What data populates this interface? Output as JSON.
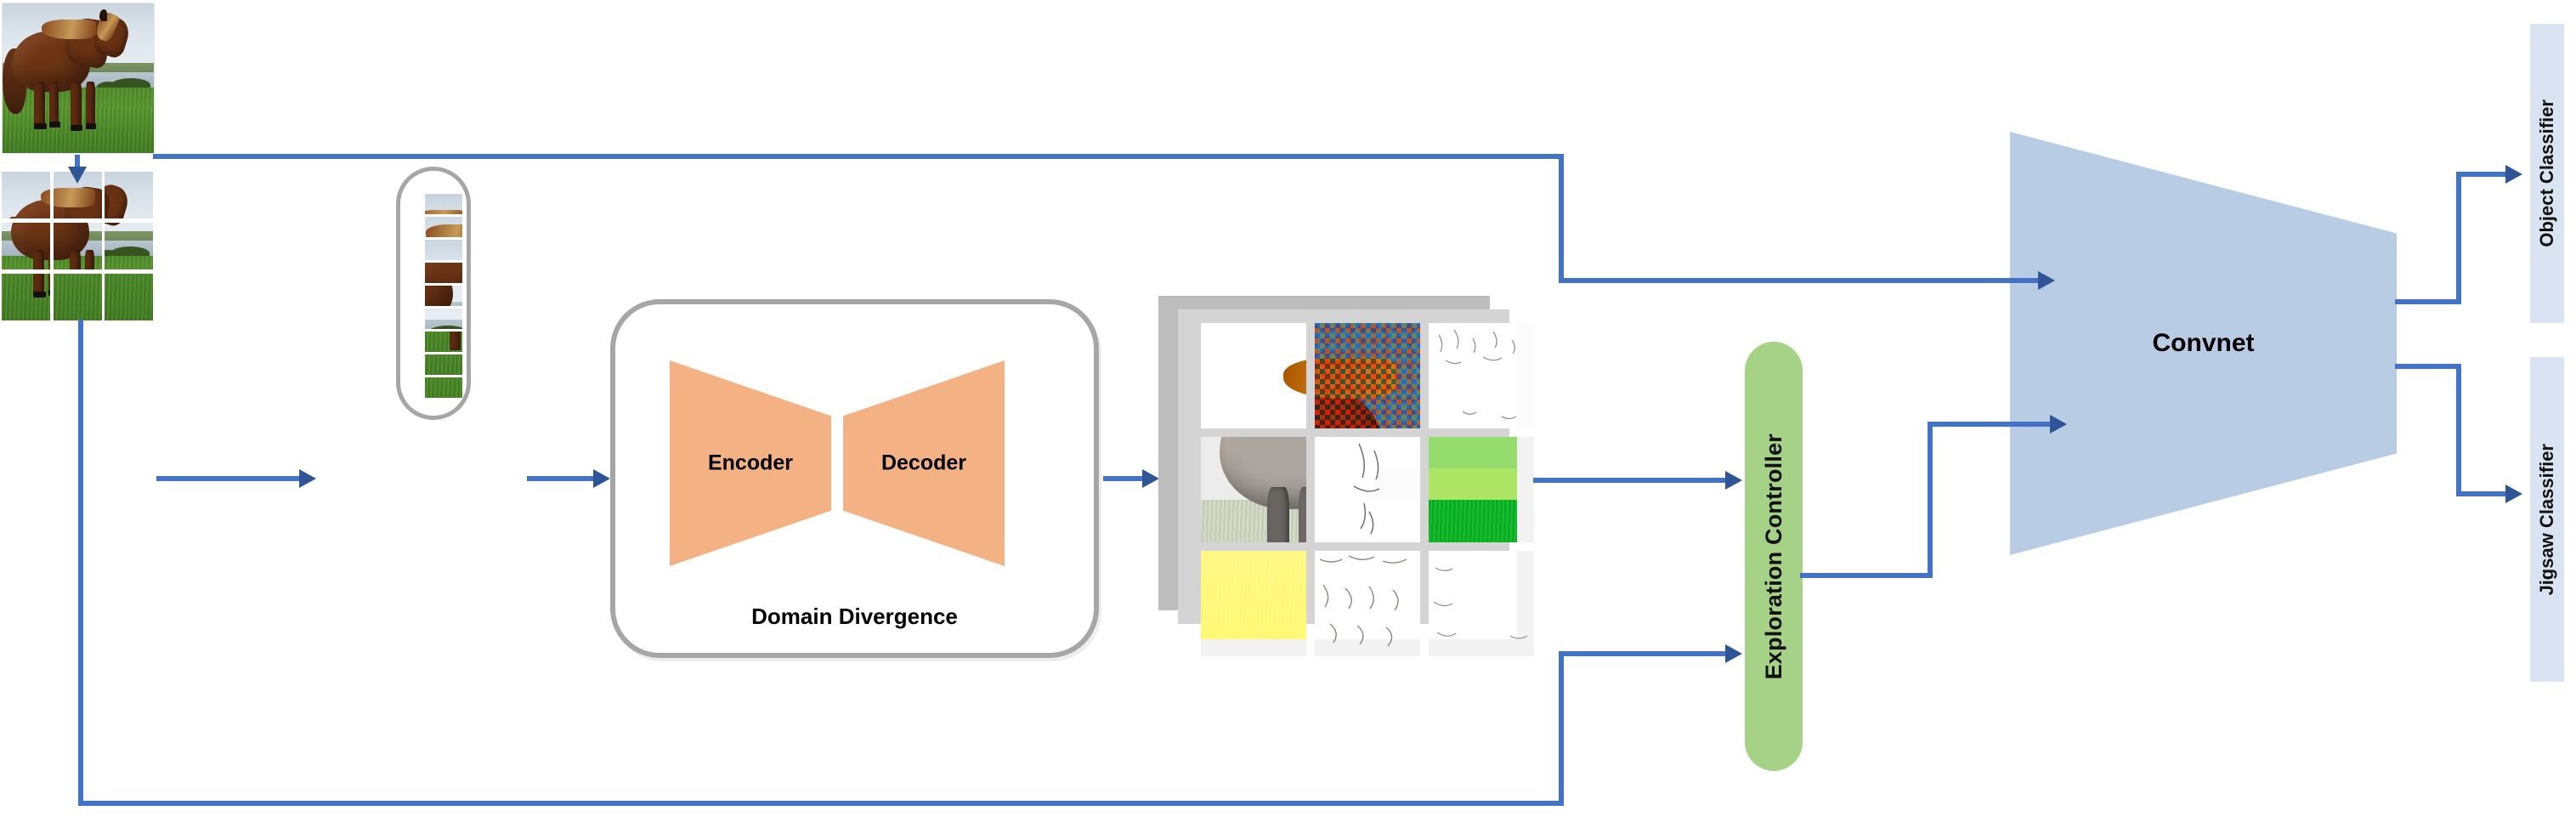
{
  "diagram": {
    "title": "Domain-divergence jigsaw self-supervision pipeline",
    "colors": {
      "arrow": "#4472c4",
      "arrow_head": "#2f5597",
      "encoder_decoder_fill": "#f4b183",
      "convnet_fill": "#b8cce4",
      "controller_fill": "#a6d287",
      "classifier_fill": "#dae3f2",
      "bracket_stroke": "#a6a6a6"
    }
  },
  "nodes": {
    "source_image": {
      "name": "source-image",
      "alt": "Photograph of a brown horse standing in a green field by water"
    },
    "jigsaw_grid": {
      "name": "jigsaw-patch-grid",
      "rows": 3,
      "cols": 3,
      "patch_count": 9
    },
    "patch_column": {
      "name": "patch-sequence",
      "patch_count": 9
    },
    "domain_divergence": {
      "title": "Domain Divergence",
      "encoder_label": "Encoder",
      "decoder_label": "Decoder"
    },
    "stylized_stack": {
      "name": "stylized-patch-stack",
      "sheet_count": 3,
      "rows": 3,
      "cols": 3,
      "styles": [
        "paint",
        "mosaic",
        "sketch",
        "wash",
        "sketch",
        "green",
        "yellow",
        "pale",
        "pale"
      ]
    },
    "exploration_controller": {
      "label": "Exploration Controller"
    },
    "convnet": {
      "label": "Convnet"
    },
    "object_classifier": {
      "label": "Object Classifier"
    },
    "jigsaw_classifier": {
      "label": "Jigsaw Classifier"
    }
  },
  "edges": [
    {
      "id": "img-to-grid",
      "from": "source_image",
      "to": "jigsaw_grid",
      "style": "arrow-down"
    },
    {
      "id": "grid-to-column",
      "from": "jigsaw_grid",
      "to": "patch_column",
      "style": "arrow-right"
    },
    {
      "id": "column-to-encoder",
      "from": "patch_column",
      "to": "domain_divergence",
      "style": "arrow-right"
    },
    {
      "id": "decoder-to-stack",
      "from": "domain_divergence",
      "to": "stylized_stack",
      "style": "arrow-right"
    },
    {
      "id": "img-to-convnet",
      "from": "source_image",
      "to": "convnet",
      "style": "elbow-arrow-right"
    },
    {
      "id": "stack-to-ctrl",
      "from": "stylized_stack",
      "to": "exploration_controller",
      "style": "arrow-right"
    },
    {
      "id": "grid-to-ctrl",
      "from": "jigsaw_grid",
      "to": "exploration_controller",
      "style": "elbow-arrow-right"
    },
    {
      "id": "ctrl-to-convnet",
      "from": "exploration_controller",
      "to": "convnet",
      "style": "elbow-arrow-right"
    },
    {
      "id": "convnet-to-object",
      "from": "convnet",
      "to": "object_classifier",
      "style": "elbow-arrow-right"
    },
    {
      "id": "convnet-to-jigsaw",
      "from": "convnet",
      "to": "jigsaw_classifier",
      "style": "elbow-arrow-right"
    }
  ]
}
